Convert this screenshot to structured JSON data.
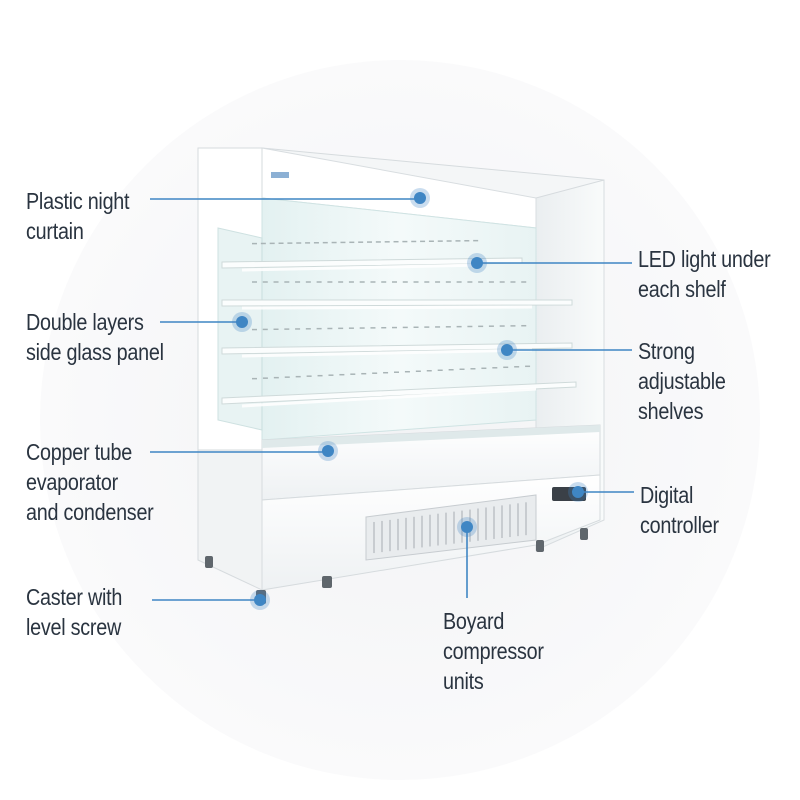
{
  "diagram": {
    "accent_color": "#3f86c4",
    "callouts": [
      {
        "id": "plastic-night-curtain",
        "lines": [
          "Plastic night",
          "curtain"
        ]
      },
      {
        "id": "double-layers-side-glass-panel",
        "lines": [
          "Double layers",
          "side glass panel"
        ]
      },
      {
        "id": "copper-tube-evaporator",
        "lines": [
          "Copper tube",
          "evaporator",
          "and condenser"
        ]
      },
      {
        "id": "caster-with-level-screw",
        "lines": [
          "Caster with",
          "level screw"
        ]
      },
      {
        "id": "led-light-under-each-shelf",
        "lines": [
          "LED light under",
          "each shelf"
        ]
      },
      {
        "id": "strong-adjustable-shelves",
        "lines": [
          "Strong",
          "adjustable",
          "shelves"
        ]
      },
      {
        "id": "digital-controller",
        "lines": [
          "Digital",
          "controller"
        ]
      },
      {
        "id": "boyard-compressor-units",
        "lines": [
          "Boyard",
          "compressor",
          "units"
        ]
      }
    ]
  }
}
